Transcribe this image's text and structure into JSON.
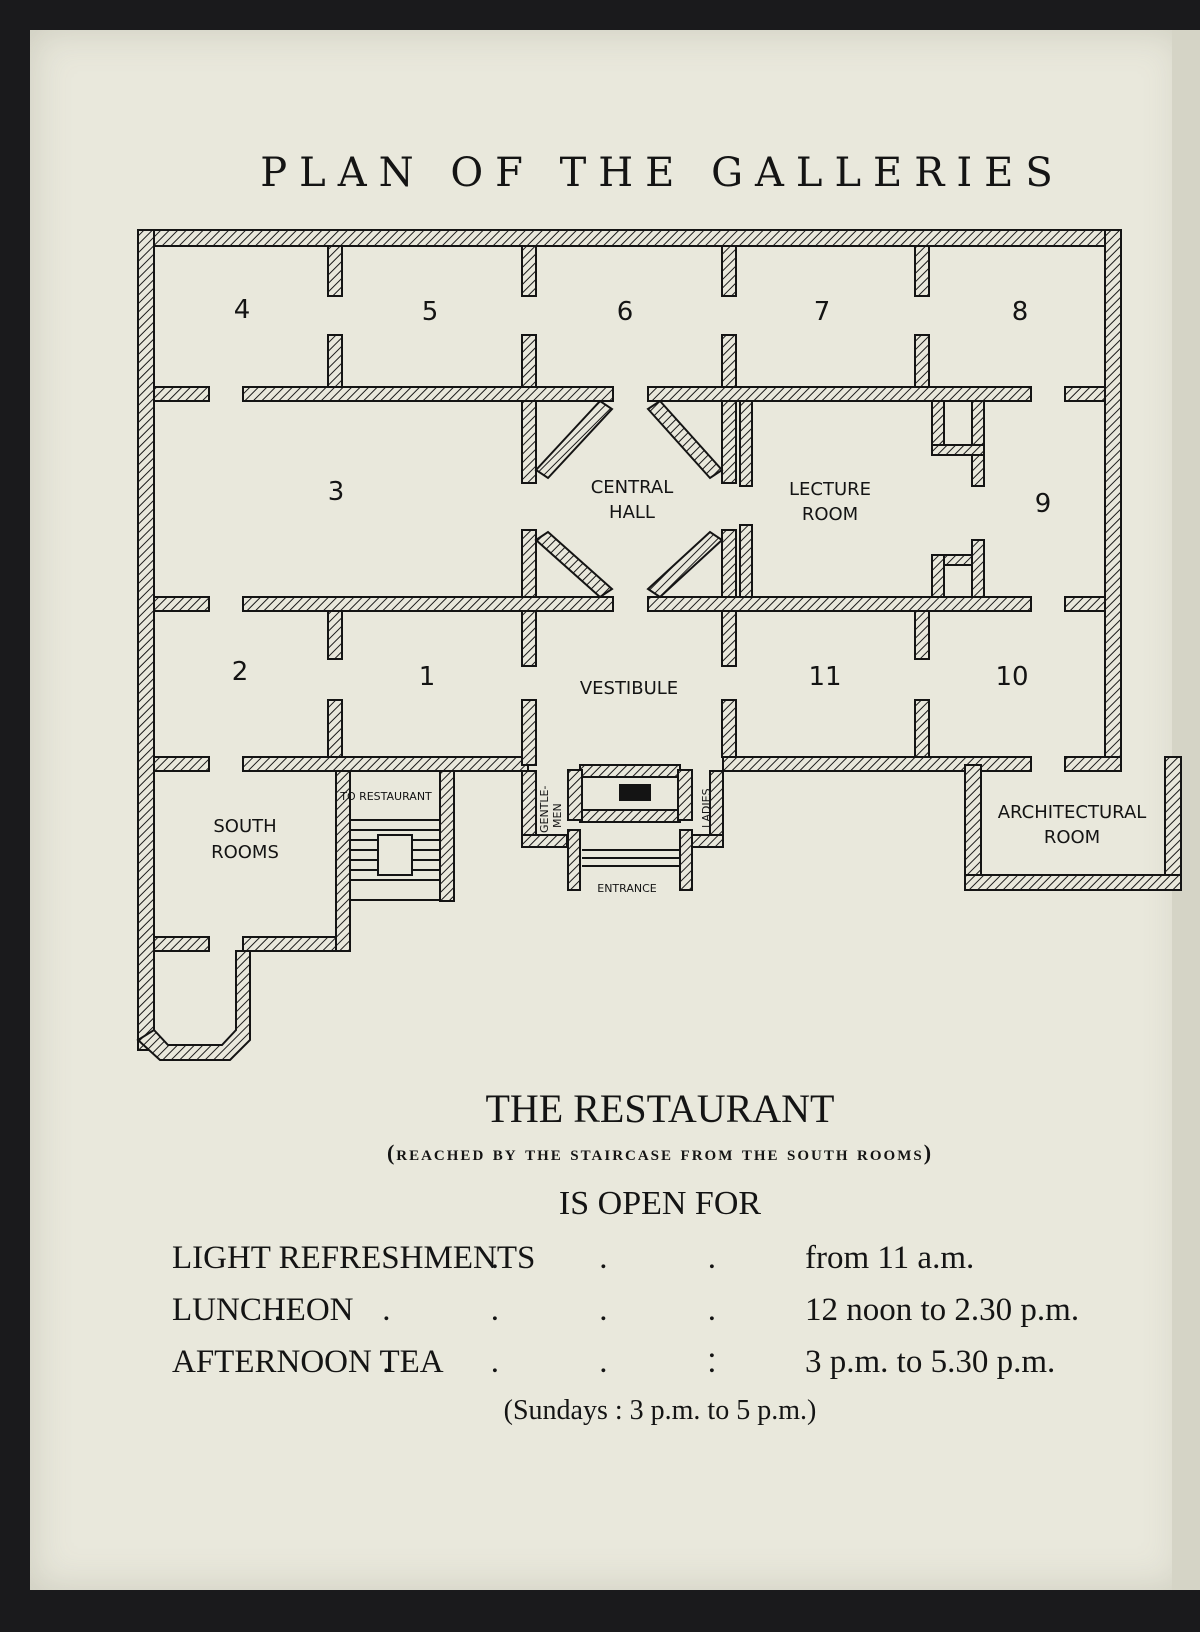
{
  "plan": {
    "title": "PLAN OF THE GALLERIES",
    "rooms": {
      "r1": "1",
      "r2": "2",
      "r3": "3",
      "r4": "4",
      "r5": "5",
      "r6": "6",
      "r7": "7",
      "r8": "8",
      "r9": "9",
      "r10": "10",
      "r11": "11",
      "central_hall_1": "CENTRAL",
      "central_hall_2": "HALL",
      "lecture_room_1": "LECTURE",
      "lecture_room_2": "ROOM",
      "vestibule": "VESTIBULE",
      "south_rooms_1": "SOUTH",
      "south_rooms_2": "ROOMS",
      "to_restaurant": "TO RESTAURANT",
      "gentlemen_1": "GENTLE-",
      "gentlemen_2": "MEN",
      "ladies": "LADIES",
      "entrance": "ENTRANCE",
      "architectural_room_1": "ARCHITECTURAL",
      "architectural_room_2": "ROOM"
    }
  },
  "restaurant": {
    "heading": "THE RESTAURANT",
    "subheading": "(reached by the staircase from the south rooms)",
    "open_for": "IS OPEN FOR",
    "hours": [
      {
        "meal": "LIGHT REFRESHMENTS",
        "dots": ". . .",
        "time": "from 11 a.m."
      },
      {
        "meal": "LUNCHEON",
        "dots": ". . . . . .",
        "time": "12 noon to 2.30 p.m."
      },
      {
        "meal": "AFTERNOON TEA",
        "dots": ". . . .",
        "time": "3 p.m. to 5.30 p.m."
      }
    ],
    "sunday_note": "(Sundays :  3 p.m. to 5 p.m.)"
  }
}
